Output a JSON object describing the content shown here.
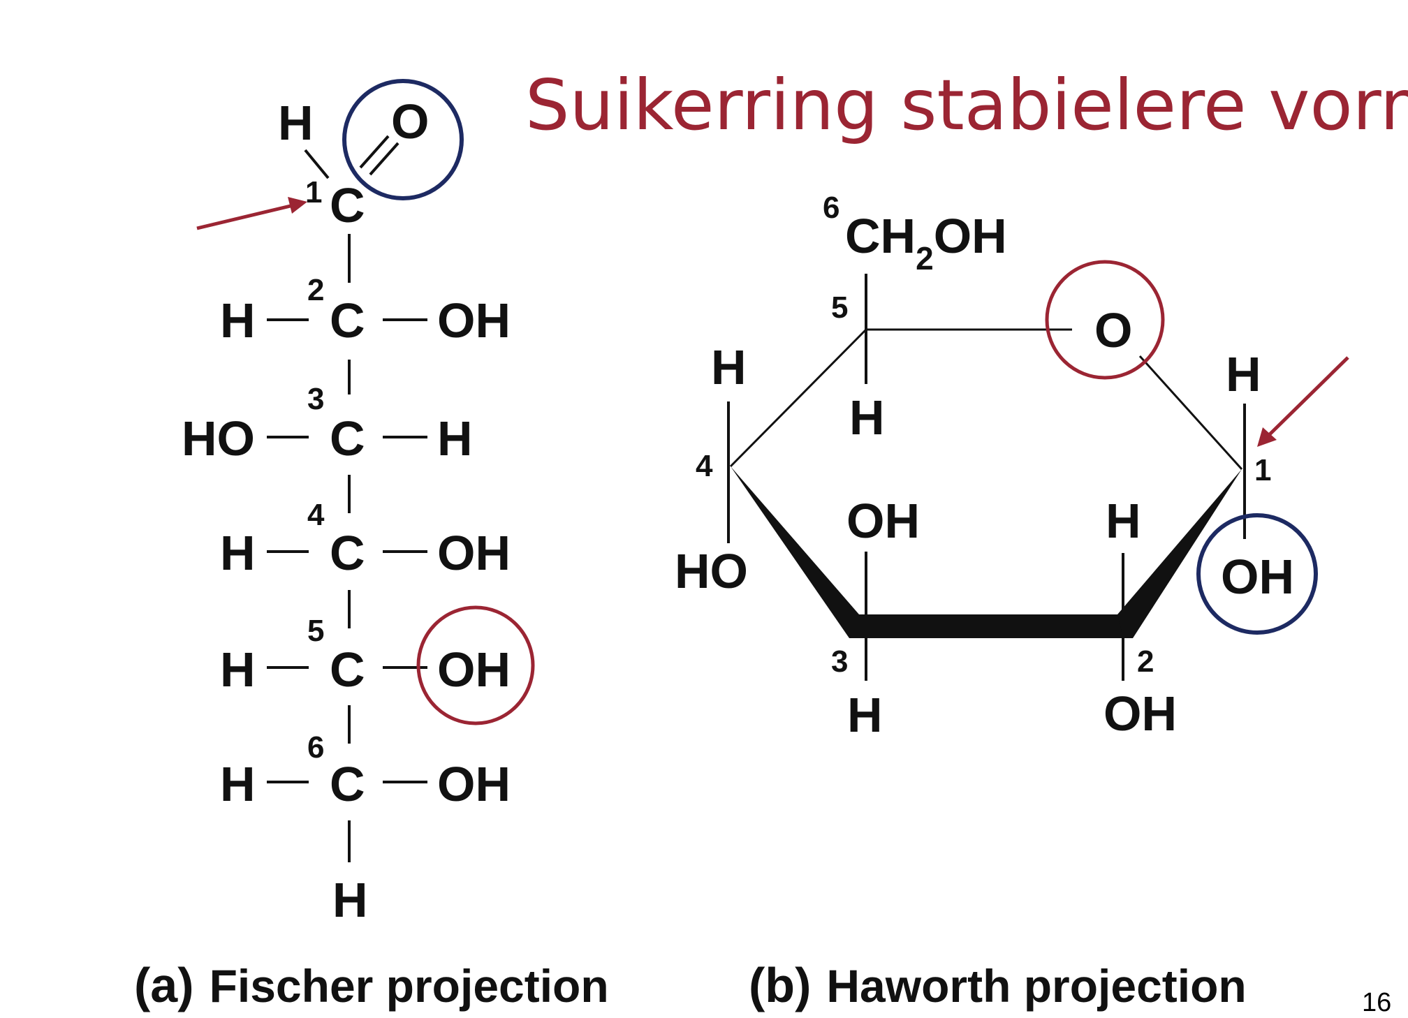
{
  "title": "Suikerring stabielere vorm",
  "page_number": "16",
  "fischer": {
    "caption_letter": "(a)",
    "caption_text": "Fischer projection",
    "top_h": "H",
    "top_o": "O",
    "c1": "C",
    "c1_num": "1",
    "rows": [
      {
        "num": "2",
        "left": "H",
        "carbon": "C",
        "right": "OH"
      },
      {
        "num": "3",
        "left": "HO",
        "carbon": "C",
        "right": "H"
      },
      {
        "num": "4",
        "left": "H",
        "carbon": "C",
        "right": "OH"
      },
      {
        "num": "5",
        "left": "H",
        "carbon": "C",
        "right": "OH"
      },
      {
        "num": "6",
        "left": "H",
        "carbon": "C",
        "right": "OH"
      }
    ],
    "bottom_h": "H"
  },
  "haworth": {
    "caption_letter": "(b)",
    "caption_text": "Haworth projection",
    "c6_num": "6",
    "c6_group_a": "CH",
    "c6_group_sub": "2",
    "c6_group_b": "OH",
    "ring_o": "O",
    "c5_num": "5",
    "c5_h": "H",
    "c4_num": "4",
    "c4_h": "H",
    "c4_ho": "HO",
    "c3_num": "3",
    "c3_oh": "OH",
    "c3_h": "H",
    "c2_num": "2",
    "c2_h": "H",
    "c2_oh": "OH",
    "c1_num": "1",
    "c1_h": "H",
    "c1_oh": "OH"
  },
  "colors": {
    "accent_red": "#9b2533",
    "accent_blue": "#1d2a62"
  }
}
